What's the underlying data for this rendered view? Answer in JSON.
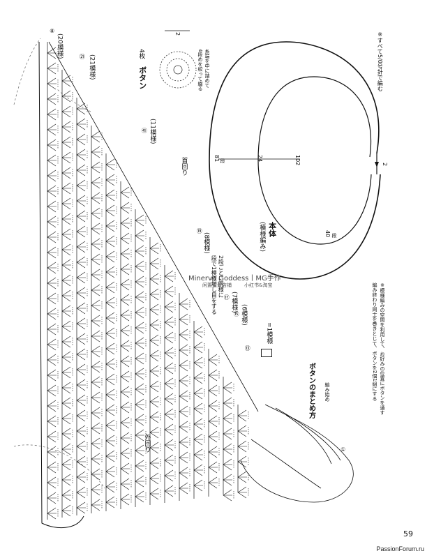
{
  "labels": {
    "button_title": "ボタン",
    "button_count": "4枚",
    "button_note_1": "糸端を中に詰めて",
    "button_note_2": "4段めを絞って綴る",
    "all_hook": "※すべて5/0号針で編む",
    "neck_edge": "首回り",
    "outer_edge": "外回り",
    "body_title": "本体",
    "body_sub": "(模様編み)",
    "button_finish": "ボタンのまとめ方",
    "start_label": "編み始め",
    "finish_note_1": "編み終わり同士を巻きとじて、ボタンを2個1組にする",
    "finish_note_2": "※模様編みの空間を利用して、お好みの位置にボタンを通す",
    "repeat_20": "(20模様)",
    "repeat_21": "(21模様)",
    "repeat_11": "(11模様)",
    "repeat_8": "(8模様)",
    "repeat_7": "(7模様)",
    "repeat_6": "(6模様)",
    "one_repeat": "=1模様",
    "rows_note_1": "2段ごとに同様に",
    "rows_note_2": "段で1模様増し目をする",
    "dim_81": "81",
    "dim_81_unit": "段",
    "dim_24": "24",
    "dim_102": "102",
    "dim_40": "40",
    "dim_40_unit": "段",
    "dim_2_top": "2",
    "dim_2_right": "2",
    "row_80": "⑧",
    "row_81": "㉑",
    "row_41": "㊶",
    "row_19": "⑲",
    "row_17": "⑰",
    "row_15": "⑮",
    "row_13": "⑬",
    "row_1": "①"
  },
  "watermark": {
    "line1": "Minerva Goddess丨MG手作",
    "line2": "闲置蛋蛋店铺",
    "line3": "小红书&淘宝"
  },
  "page_number": "59",
  "footer": "PassionForum.ru",
  "colors": {
    "ink": "#111111",
    "paper": "#ffffff",
    "grey": "#888888"
  }
}
